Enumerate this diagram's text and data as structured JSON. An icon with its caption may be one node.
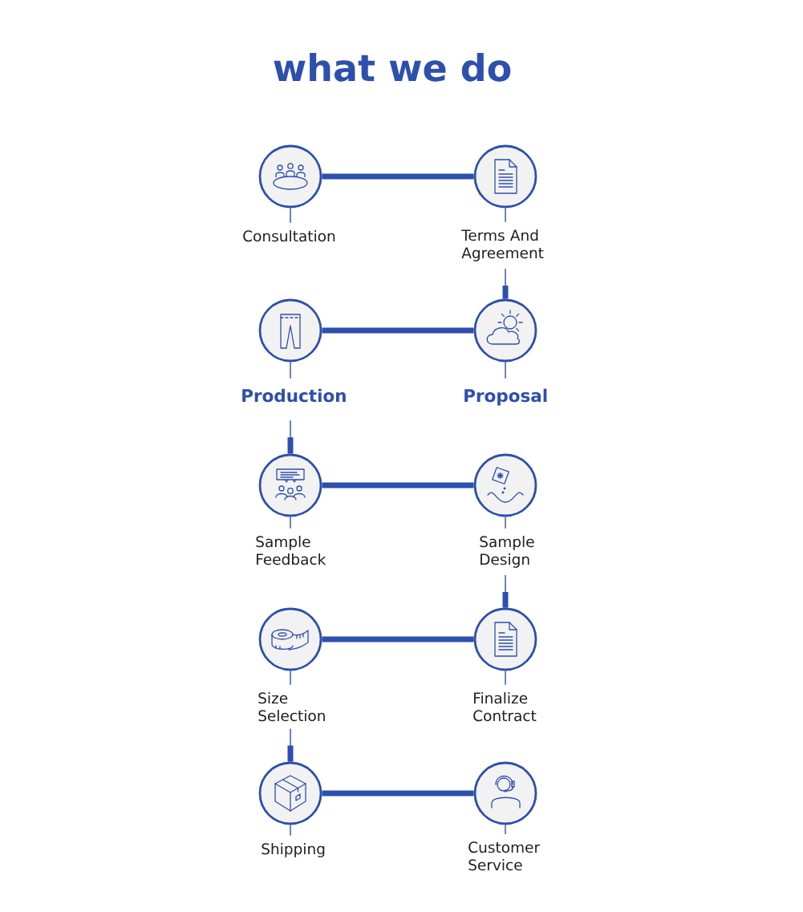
{
  "diagram": {
    "title": "what we do",
    "nodes": [
      {
        "text": [],
        "shape": "circle"
      },
      {
        "text": [],
        "shape": "circle"
      },
      {
        "text": [
          "Consultation"
        ]
      },
      {
        "text": [
          "Terms And Agreement"
        ]
      },
      {
        "text": [],
        "shape": "circle"
      },
      {
        "text": [],
        "shape": "circle"
      },
      {
        "text": [
          "Production"
        ]
      },
      {
        "text": [
          "Proposal"
        ]
      },
      {
        "text": [],
        "shape": "circle"
      },
      {
        "text": [],
        "shape": "circle"
      },
      {
        "text": [
          "Sample Feedback"
        ]
      },
      {
        "text": [
          "Sample Design"
        ]
      },
      {
        "text": [],
        "shape": "circle"
      },
      {
        "text": [],
        "shape": "circle"
      },
      {
        "text": [
          "Size Selection"
        ]
      },
      {
        "text": [
          "Finalize Contract"
        ]
      },
      {
        "text": [],
        "shape": "circle"
      },
      {
        "text": [],
        "shape": "circle"
      },
      {
        "text": [
          "Shipping"
        ]
      },
      {
        "text": [
          "Customer Service"
        ]
      }
    ],
    "edges": [
      {
        "from": 0,
        "to": 1,
        "arrow": "none",
        "style": "thick"
      },
      {
        "from": 0,
        "to": 2,
        "arrow": "none"
      },
      {
        "from": 1,
        "to": 3,
        "arrow": "none"
      },
      {
        "from": 3,
        "to": 5,
        "arrow": "none"
      },
      {
        "from": 5,
        "to": 4,
        "arrow": "none",
        "style": "thick"
      },
      {
        "from": 4,
        "to": 6,
        "arrow": "none"
      },
      {
        "from": 5,
        "to": 7,
        "arrow": "none"
      },
      {
        "from": 6,
        "to": 8,
        "arrow": "none"
      },
      {
        "from": 8,
        "to": 9,
        "arrow": "none",
        "style": "thick"
      },
      {
        "from": 8,
        "to": 10,
        "arrow": "none"
      },
      {
        "from": 9,
        "to": 11,
        "arrow": "none"
      },
      {
        "from": 11,
        "to": 13,
        "arrow": "none"
      },
      {
        "from": 13,
        "to": 12,
        "arrow": "none",
        "style": "thick"
      },
      {
        "from": 12,
        "to": 14,
        "arrow": "none"
      },
      {
        "from": 13,
        "to": 15,
        "arrow": "none"
      },
      {
        "from": 14,
        "to": 16,
        "arrow": "none"
      },
      {
        "from": 16,
        "to": 17,
        "arrow": "none",
        "style": "thick"
      },
      {
        "from": 16,
        "to": 18,
        "arrow": "none"
      },
      {
        "from": 17,
        "to": 19,
        "arrow": "none"
      }
    ]
  }
}
